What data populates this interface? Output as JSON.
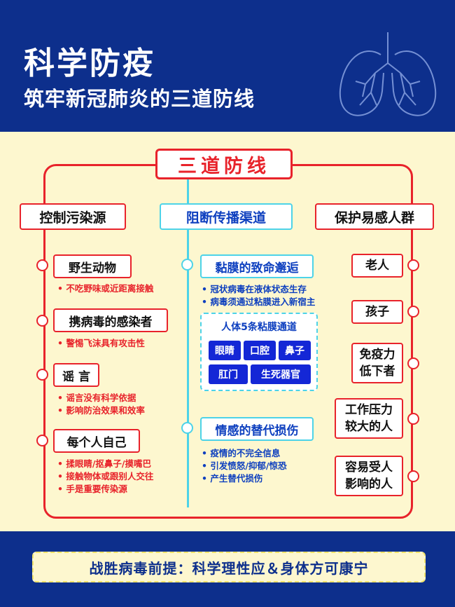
{
  "header": {
    "title": "科学防疫",
    "subtitle": "筑牢新冠肺炎的三道防线"
  },
  "center_title": "三道防线",
  "columns": {
    "left": {
      "heading": "控制污染源",
      "items": [
        {
          "label": "野生动物",
          "bullets": [
            "• 不吃野味或近距离接触"
          ]
        },
        {
          "label": "携病毒的感染者",
          "bullets": [
            "• 警惕飞沫具有攻击性"
          ]
        },
        {
          "label": "谣 言",
          "bullets": [
            "• 谣言没有科学依据",
            "• 影响防治效果和效率"
          ]
        },
        {
          "label": "每个人自己",
          "bullets": [
            "• 揉眼睛/抠鼻子/摸嘴巴",
            "• 接触物体或跟别人交往",
            "• 手是重要传染源"
          ]
        }
      ]
    },
    "middle": {
      "heading": "阻断传播渠道",
      "items": [
        {
          "label": "黏膜的致命邂逅",
          "bullets": [
            "• 冠状病毒在液体状态生存",
            "• 病毒须通过粘膜进入新宿主"
          ]
        },
        {
          "label": "情感的替代损伤",
          "bullets": [
            "• 疫情的不完全信息",
            "• 引发愤怒/抑郁/惊恐",
            "• 产生替代损伤"
          ]
        }
      ],
      "mucosa_box": {
        "title": "人体5条粘膜通道",
        "chips": [
          "眼睛",
          "口腔",
          "鼻子",
          "肛门",
          "生死器官"
        ]
      }
    },
    "right": {
      "heading": "保护易感人群",
      "items": [
        "老人",
        "孩子",
        "免疫力\n低下者",
        "工作压力\n较大的人",
        "容易受人\n影响的人"
      ]
    }
  },
  "footer": "战胜病毒前提：科学理性应＆身体方可康宁",
  "colors": {
    "blue": "#0d2f8c",
    "red": "#e8232b",
    "cyan": "#4dd3e8",
    "cream": "#fdf7cf",
    "chip": "#1427d6"
  }
}
